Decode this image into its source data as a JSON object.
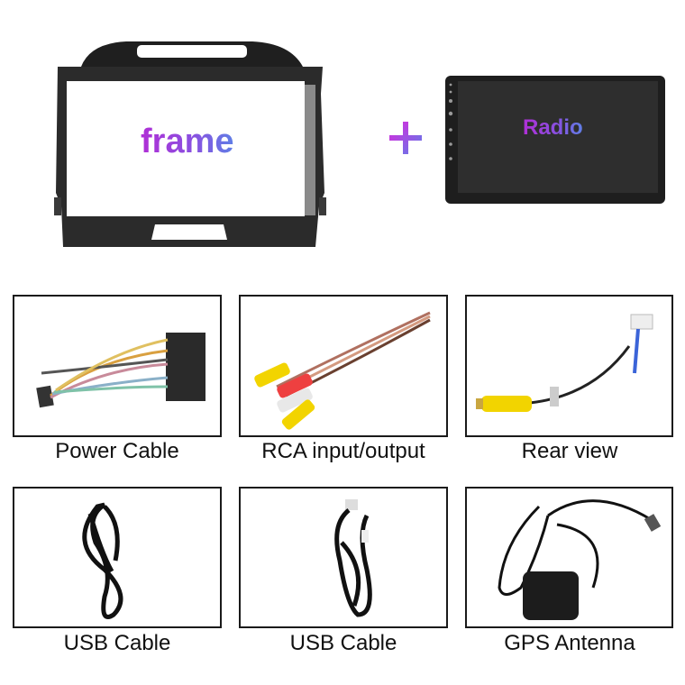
{
  "hero": {
    "frame_label": "frame",
    "plus_symbol": "+",
    "radio_label": "Radio"
  },
  "accessories": [
    {
      "label": "Power Cable",
      "icon": "power-cable-harness"
    },
    {
      "label": "RCA input/output",
      "icon": "rca-cable"
    },
    {
      "label": "Rear view",
      "icon": "rear-view-camera-cable"
    },
    {
      "label": "USB Cable",
      "icon": "usb-cable-coil"
    },
    {
      "label": "USB Cable",
      "icon": "usb-cable-coil"
    },
    {
      "label": "GPS Antenna",
      "icon": "gps-antenna"
    }
  ],
  "colors": {
    "gradient_start": "#b02fd6",
    "gradient_end": "#5f7fe6",
    "box_border": "#1a1a1a",
    "radio_screen": "#2a2a2a",
    "frame_body": "#2b2b2b"
  }
}
